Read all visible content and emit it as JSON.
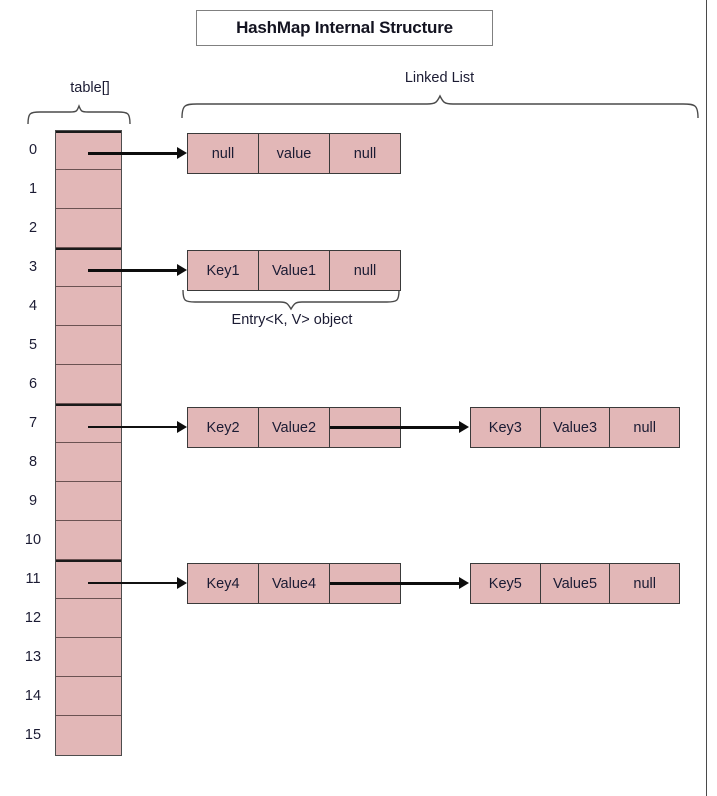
{
  "diagram": {
    "title": "HashMap Internal Structure",
    "labels": {
      "table": "table[]",
      "linked_list": "Linked List",
      "entry": "Entry<K, V> object"
    },
    "colors": {
      "node_fill": "#e2b7b7",
      "node_border": "#3a3a3a",
      "text": "#1b1b33",
      "arrow": "#0d0d0d"
    },
    "table_indices": [
      "0",
      "1",
      "2",
      "3",
      "4",
      "5",
      "6",
      "7",
      "8",
      "9",
      "10",
      "11",
      "12",
      "13",
      "14",
      "15"
    ],
    "buckets": [
      {
        "index": "0",
        "nodes": [
          {
            "key": "null",
            "value": "value",
            "next": "null"
          }
        ]
      },
      {
        "index": "3",
        "nodes": [
          {
            "key": "Key1",
            "value": "Value1",
            "next": "null"
          }
        ]
      },
      {
        "index": "7",
        "nodes": [
          {
            "key": "Key2",
            "value": "Value2",
            "next": ""
          },
          {
            "key": "Key3",
            "value": "Value3",
            "next": "null"
          }
        ]
      },
      {
        "index": "11",
        "nodes": [
          {
            "key": "Key4",
            "value": "Value4",
            "next": ""
          },
          {
            "key": "Key5",
            "value": "Value5",
            "next": "null"
          }
        ]
      }
    ]
  }
}
